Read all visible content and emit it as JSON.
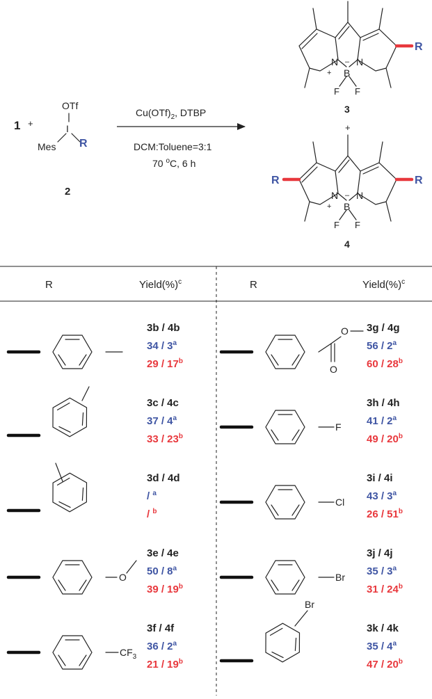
{
  "scheme": {
    "reactant1": "1",
    "plus": "+",
    "reagent2": {
      "otf": "OTf",
      "iodine": "I",
      "mes": "Mes",
      "r": "R",
      "label": "2"
    },
    "conditions": {
      "line1": {
        "a": "Cu(OTf)",
        "sub": "2",
        "b": ", DTBP"
      },
      "line2": "DCM:Toluene=3:1",
      "line3": {
        "a": "70 ",
        "sup": "o",
        "b": "C, 6 h"
      }
    },
    "product3": {
      "label": "3",
      "r": "R",
      "n_left": "N",
      "n_right": "N",
      "b": "B",
      "f1": "F",
      "f2": "F",
      "plus": "+",
      "minus": "–"
    },
    "between": "+",
    "product4": {
      "label": "4",
      "r_left": "R",
      "r_right": "R",
      "n_left": "N",
      "n_right": "N",
      "b": "B",
      "f1": "F",
      "f2": "F",
      "plus": "+",
      "minus": "–"
    }
  },
  "table": {
    "headers": {
      "r": "R",
      "yield": "Yield(%)",
      "yield_sup": "c"
    },
    "left": [
      {
        "sub": "p-tolyl",
        "compound": "3b / 4b",
        "blue": "34 / 3",
        "red": "29 / 17"
      },
      {
        "sub": "m-tolyl",
        "compound": "3c / 4c",
        "blue": "37 / 4",
        "red": "33 / 23"
      },
      {
        "sub": "o-tolyl",
        "compound": "3d / 4d",
        "blue": "/ ",
        "red": "/ "
      },
      {
        "sub": "p-anisyl",
        "compound": "3e / 4e",
        "blue": "50 / 8",
        "red": "39 / 19",
        "group": "O"
      },
      {
        "sub": "p-CF3",
        "compound": "3f / 4f",
        "blue": "36 / 2",
        "red": "21 / 19",
        "group": "CF",
        "group_sub": "3"
      }
    ],
    "right": [
      {
        "sub": "p-ester",
        "compound": "3g / 4g",
        "blue": "56 / 2",
        "red": "60 / 28",
        "group": "O",
        "group2": "O"
      },
      {
        "sub": "p-F",
        "compound": "3h / 4h",
        "blue": "41 / 2",
        "red": "49 / 20",
        "group": "F"
      },
      {
        "sub": "p-Cl",
        "compound": "3i / 4i",
        "blue": "43 / 3",
        "red": "26 / 51",
        "group": "Cl"
      },
      {
        "sub": "p-Br",
        "compound": "3j / 4j",
        "blue": "35 / 3",
        "red": "31 / 24",
        "group": "Br"
      },
      {
        "sub": "m-Br",
        "compound": "3k / 4k",
        "blue": "35 / 4",
        "red": "47 / 20",
        "group": "Br"
      }
    ],
    "sup_a": "a",
    "sup_b": "b"
  },
  "colors": {
    "dark": "#222222",
    "blue": "#3f55a3",
    "red": "#e8383d"
  }
}
